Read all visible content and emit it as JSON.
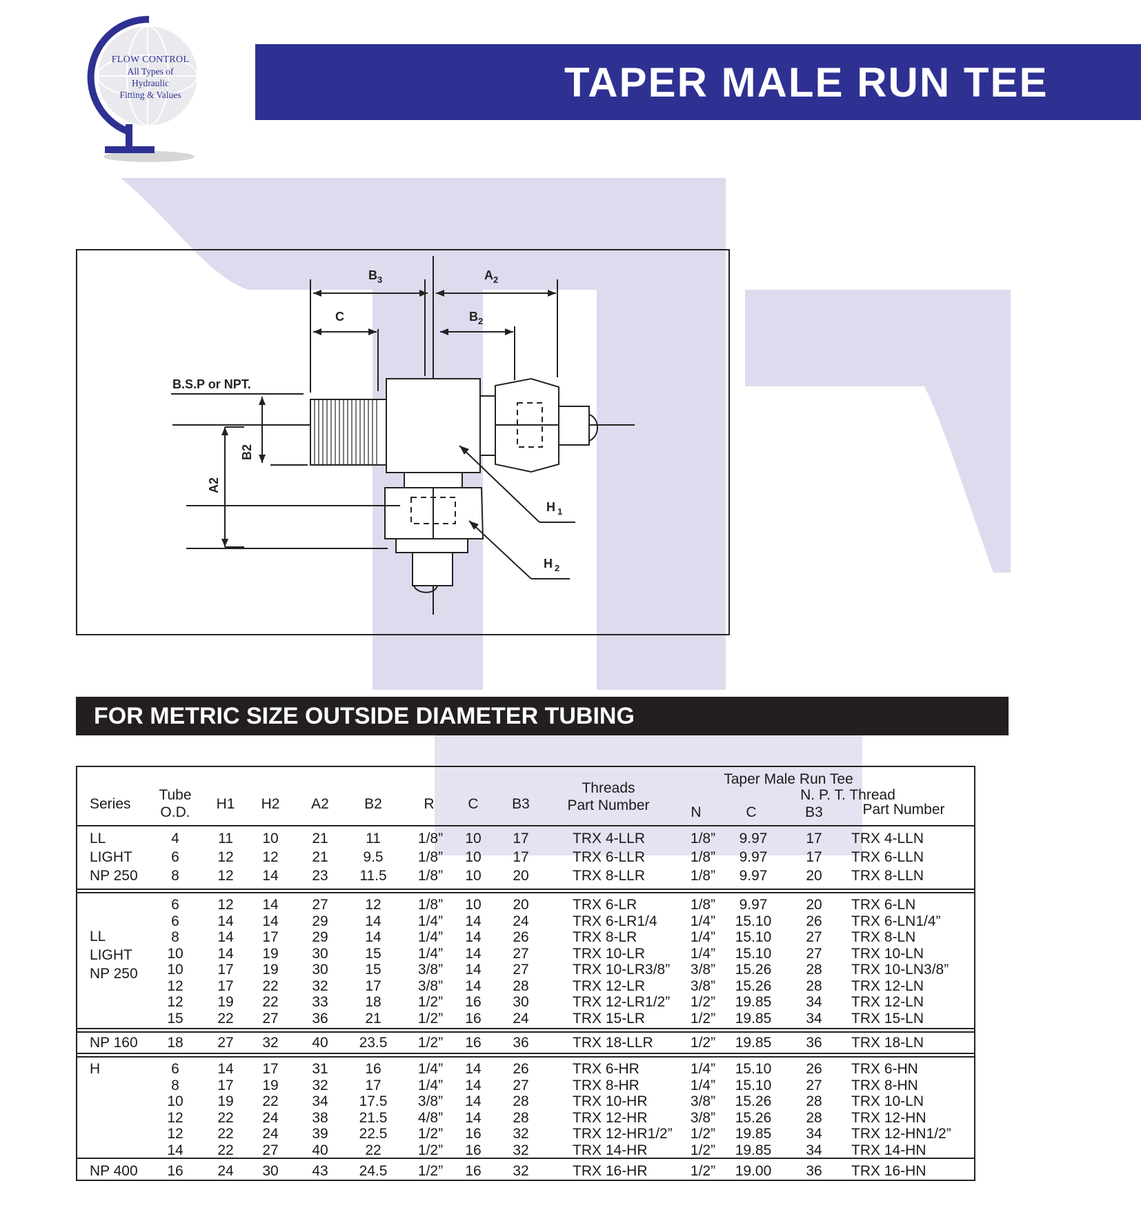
{
  "logo": {
    "line1": "FLOW CONTROL",
    "line2": "All Types of",
    "line3": "Hydraulic",
    "line4": "Fitting & Values"
  },
  "title": "TAPER MALE RUN TEE",
  "diagram": {
    "labels": {
      "b3": "B",
      "b3_sub": "3",
      "a2": "A",
      "a2_sub": "2",
      "c": "C",
      "b2": "B",
      "b2_sub": "2",
      "bsp": "B.S.P or NPT.",
      "h1": "H",
      "h1_sub": "1",
      "h2": "H",
      "h2_sub": "2",
      "a2_v": "A2",
      "b2_v": "B2"
    }
  },
  "section_title": "FOR METRIC SIZE OUTSIDE DIAMETER TUBING",
  "table": {
    "headers": {
      "series": "Series",
      "tube": "Tube",
      "od": "O.D.",
      "h1": "H1",
      "h2": "H2",
      "a2": "A2",
      "b2": "B2",
      "r": "R",
      "c": "C",
      "b3": "B3",
      "threads": "Threads",
      "part_number": "Part Number",
      "group_title": "Taper Male Run Tee",
      "npt_thread": "N. P. T. Thread",
      "n": "N",
      "npt_c": "C",
      "npt_b3": "B3",
      "npt_part_number": "Part Number"
    },
    "groups": [
      {
        "series": [
          "LL",
          "LIGHT",
          "NP 250"
        ],
        "rows": [
          [
            "4",
            "11",
            "10",
            "21",
            "11",
            "1/8”",
            "10",
            "17",
            "TRX  4-LLR",
            "1/8”",
            "9.97",
            "17",
            "TRX  4-LLN"
          ],
          [
            "6",
            "12",
            "12",
            "21",
            "9.5",
            "1/8”",
            "10",
            "17",
            "TRX  6-LLR",
            "1/8”",
            "9.97",
            "17",
            "TRX  6-LLN"
          ],
          [
            "8",
            "12",
            "14",
            "23",
            "11.5",
            "1/8”",
            "10",
            "20",
            "TRX  8-LLR",
            "1/8”",
            "9.97",
            "20",
            "TRX  8-LLN"
          ]
        ]
      },
      {
        "series": [
          "LL",
          "LIGHT",
          "NP 250"
        ],
        "rows": [
          [
            "6",
            "12",
            "14",
            "27",
            "12",
            "1/8”",
            "10",
            "20",
            "TRX   6-LR",
            "1/8”",
            "9.97",
            "20",
            "TRX   6-LN"
          ],
          [
            "6",
            "14",
            "14",
            "29",
            "14",
            "1/4”",
            "14",
            "24",
            "TRX   6-LR1/4",
            "1/4”",
            "15.10",
            "26",
            "TRX   6-LN1/4”"
          ],
          [
            "8",
            "14",
            "17",
            "29",
            "14",
            "1/4”",
            "14",
            "26",
            "TRX   8-LR",
            "1/4”",
            "15.10",
            "27",
            "TRX   8-LN"
          ],
          [
            "10",
            "14",
            "19",
            "30",
            "15",
            "1/4”",
            "14",
            "27",
            "TRX   10-LR",
            "1/4”",
            "15.10",
            "27",
            "TRX   10-LN"
          ],
          [
            "10",
            "17",
            "19",
            "30",
            "15",
            "3/8”",
            "14",
            "27",
            "TRX   10-LR3/8”",
            "3/8”",
            "15.26",
            "28",
            "TRX   10-LN3/8”"
          ],
          [
            "12",
            "17",
            "22",
            "32",
            "17",
            "3/8”",
            "14",
            "28",
            "TRX   12-LR",
            "3/8”",
            "15.26",
            "28",
            "TRX   12-LN"
          ],
          [
            "12",
            "19",
            "22",
            "33",
            "18",
            "1/2”",
            "16",
            "30",
            "TRX   12-LR1/2”",
            "1/2”",
            "19.85",
            "34",
            "TRX   12-LN"
          ],
          [
            "15",
            "22",
            "27",
            "36",
            "21",
            "1/2”",
            "16",
            "24",
            "TRX   15-LR",
            "1/2”",
            "19.85",
            "34",
            "TRX   15-LN"
          ]
        ]
      },
      {
        "series": [
          "NP 160"
        ],
        "rows": [
          [
            "18",
            "27",
            "32",
            "40",
            "23.5",
            "1/2”",
            "16",
            "36",
            "TRX   18-LLR",
            "1/2”",
            "19.85",
            "36",
            "TRX   18-LN"
          ]
        ]
      },
      {
        "series": [
          "H"
        ],
        "rows": [
          [
            "6",
            "14",
            "17",
            "31",
            "16",
            "1/4”",
            "14",
            "26",
            "TRX   6-HR",
            "1/4”",
            "15.10",
            "26",
            "TRX   6-HN"
          ],
          [
            "8",
            "17",
            "19",
            "32",
            "17",
            "1/4”",
            "14",
            "27",
            "TRX   8-HR",
            "1/4”",
            "15.10",
            "27",
            "TRX   8-HN"
          ],
          [
            "10",
            "19",
            "22",
            "34",
            "17.5",
            "3/8”",
            "14",
            "28",
            "TRX   10-HR",
            "3/8”",
            "15.26",
            "28",
            "TRX   10-LN"
          ],
          [
            "12",
            "22",
            "24",
            "38",
            "21.5",
            "4/8”",
            "14",
            "28",
            "TRX   12-HR",
            "3/8”",
            "15.26",
            "28",
            "TRX   12-HN"
          ],
          [
            "12",
            "22",
            "24",
            "39",
            "22.5",
            "1/2”",
            "16",
            "32",
            "TRX   12-HR1/2”",
            "1/2”",
            "19.85",
            "34",
            "TRX   12-HN1/2”"
          ],
          [
            "14",
            "22",
            "27",
            "40",
            "22",
            "1/2”",
            "16",
            "32",
            "TRX   14-HR",
            "1/2”",
            "19.85",
            "34",
            "TRX   14-HN"
          ]
        ]
      },
      {
        "series": [
          "NP 400"
        ],
        "rows": [
          [
            "16",
            "24",
            "30",
            "43",
            "24.5",
            "1/2”",
            "16",
            "32",
            "TRX   16-HR",
            "1/2”",
            "19.00",
            "36",
            "TRX   16-HN"
          ]
        ]
      }
    ]
  },
  "colors": {
    "brand_blue": "#2e3192",
    "section_black": "#231f20",
    "watermark": "#dcdcee"
  }
}
